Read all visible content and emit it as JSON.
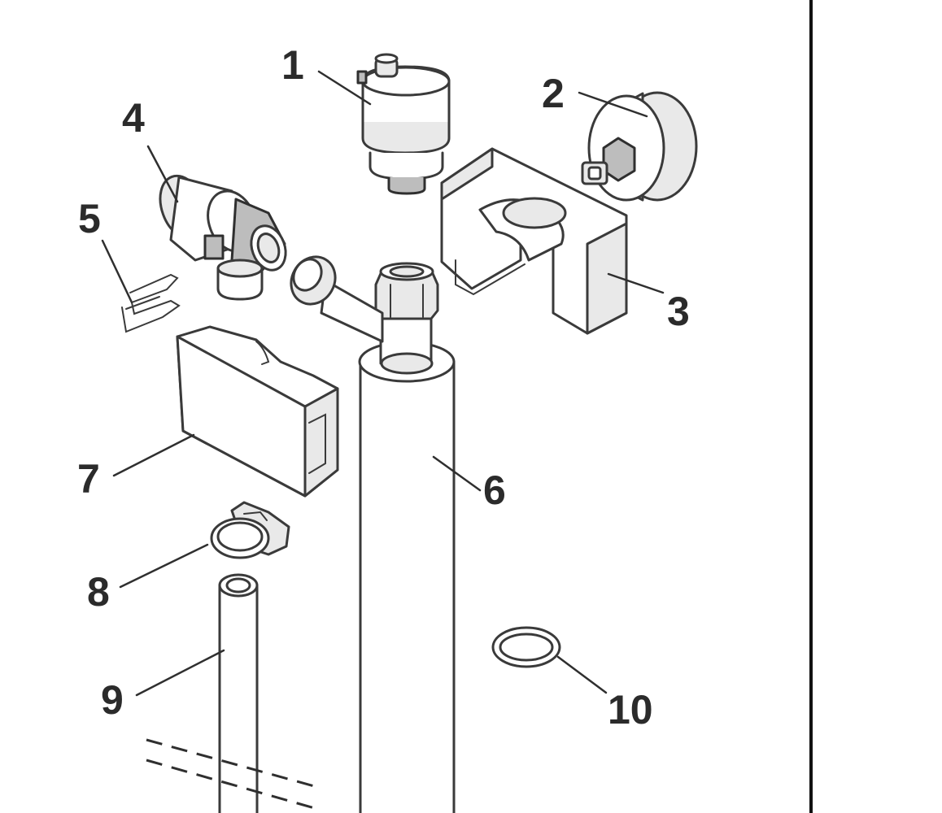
{
  "callouts": {
    "c1": "1",
    "c2": "2",
    "c3": "3",
    "c4": "4",
    "c5": "5",
    "c6": "6",
    "c7": "7",
    "c8": "8",
    "c9": "9",
    "c10": "10"
  },
  "colors": {
    "background": "#ffffff",
    "line": "#3a3a3a",
    "label": "#2b2b2b"
  }
}
